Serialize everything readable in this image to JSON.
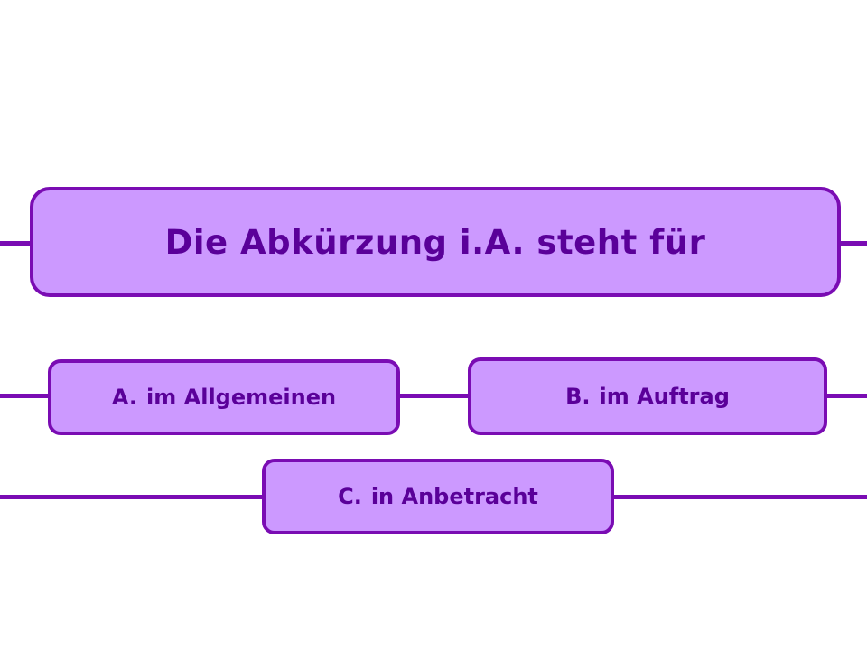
{
  "question": {
    "text": "Die Abkürzung i.A. steht für"
  },
  "answers": [
    {
      "letter": "A.",
      "text": "im Allgemeinen"
    },
    {
      "letter": "B.",
      "text": "im Auftrag"
    },
    {
      "letter": "C.",
      "text": "in Anbetracht"
    }
  ],
  "colors": {
    "box_fill": "#CC99FF",
    "border": "#7A0CB3",
    "text": "#5A0099",
    "background": "#FFFFFF"
  }
}
